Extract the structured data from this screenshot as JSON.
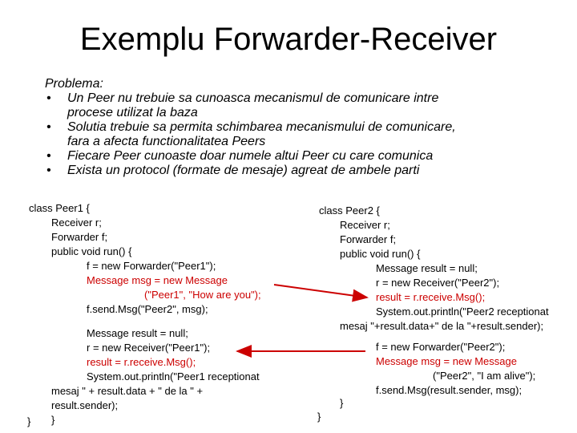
{
  "title": "Exemplu Forwarder-Receiver",
  "problem": {
    "heading": "Problema:",
    "bullets": [
      {
        "lines": [
          "Un Peer nu trebuie sa cunoasca mecanismul de comunicare intre",
          "procese utilizat la baza"
        ]
      },
      {
        "lines": [
          "Solutia trebuie sa permita schimbarea mecanismului de comunicare,",
          "fara a afecta functionalitatea Peers"
        ]
      },
      {
        "lines": [
          "Fiecare Peer cunoaste doar numele altui Peer cu care comunica"
        ]
      },
      {
        "lines": [
          "Exista un protocol (formate de mesaje) agreat de ambele parti"
        ]
      }
    ],
    "bullet_symbol": "•"
  },
  "peer1": {
    "lines": [
      "class Peer1 {",
      "Receiver r;",
      "Forwarder f;",
      "public void run() {",
      "f = new Forwarder(\"Peer1\");",
      "Message msg = new  Message",
      "(\"Peer1\", \"How are you\");",
      "f.send.Msg(\"Peer2\", msg);",
      "Message result = null;",
      "r = new Receiver(\"Peer1\");",
      "result = r.receive.Msg();",
      "System.out.println(\"Peer1 receptionat",
      "mesaj \" + result.data + \" de la \" +",
      "result.sender);",
      "}",
      "}"
    ]
  },
  "peer2": {
    "lines": [
      "class Peer2 {",
      "Receiver r;",
      "Forwarder f;",
      "public void run() {",
      "Message result = null;",
      "r = new Receiver(\"Peer2\");",
      "result = r.receive.Msg();",
      "System.out.println(\"Peer2 receptionat",
      "mesaj \"+result.data+\" de la \"+result.sender);",
      "f = new Forwarder(\"Peer2\");",
      "Message msg = new Message",
      "(\"Peer2\", \"I am alive\");",
      "f.send.Msg(result.sender, msg);",
      "}",
      "}"
    ]
  },
  "colors": {
    "highlight": "#cc0000",
    "text": "#000000",
    "background": "#ffffff"
  }
}
